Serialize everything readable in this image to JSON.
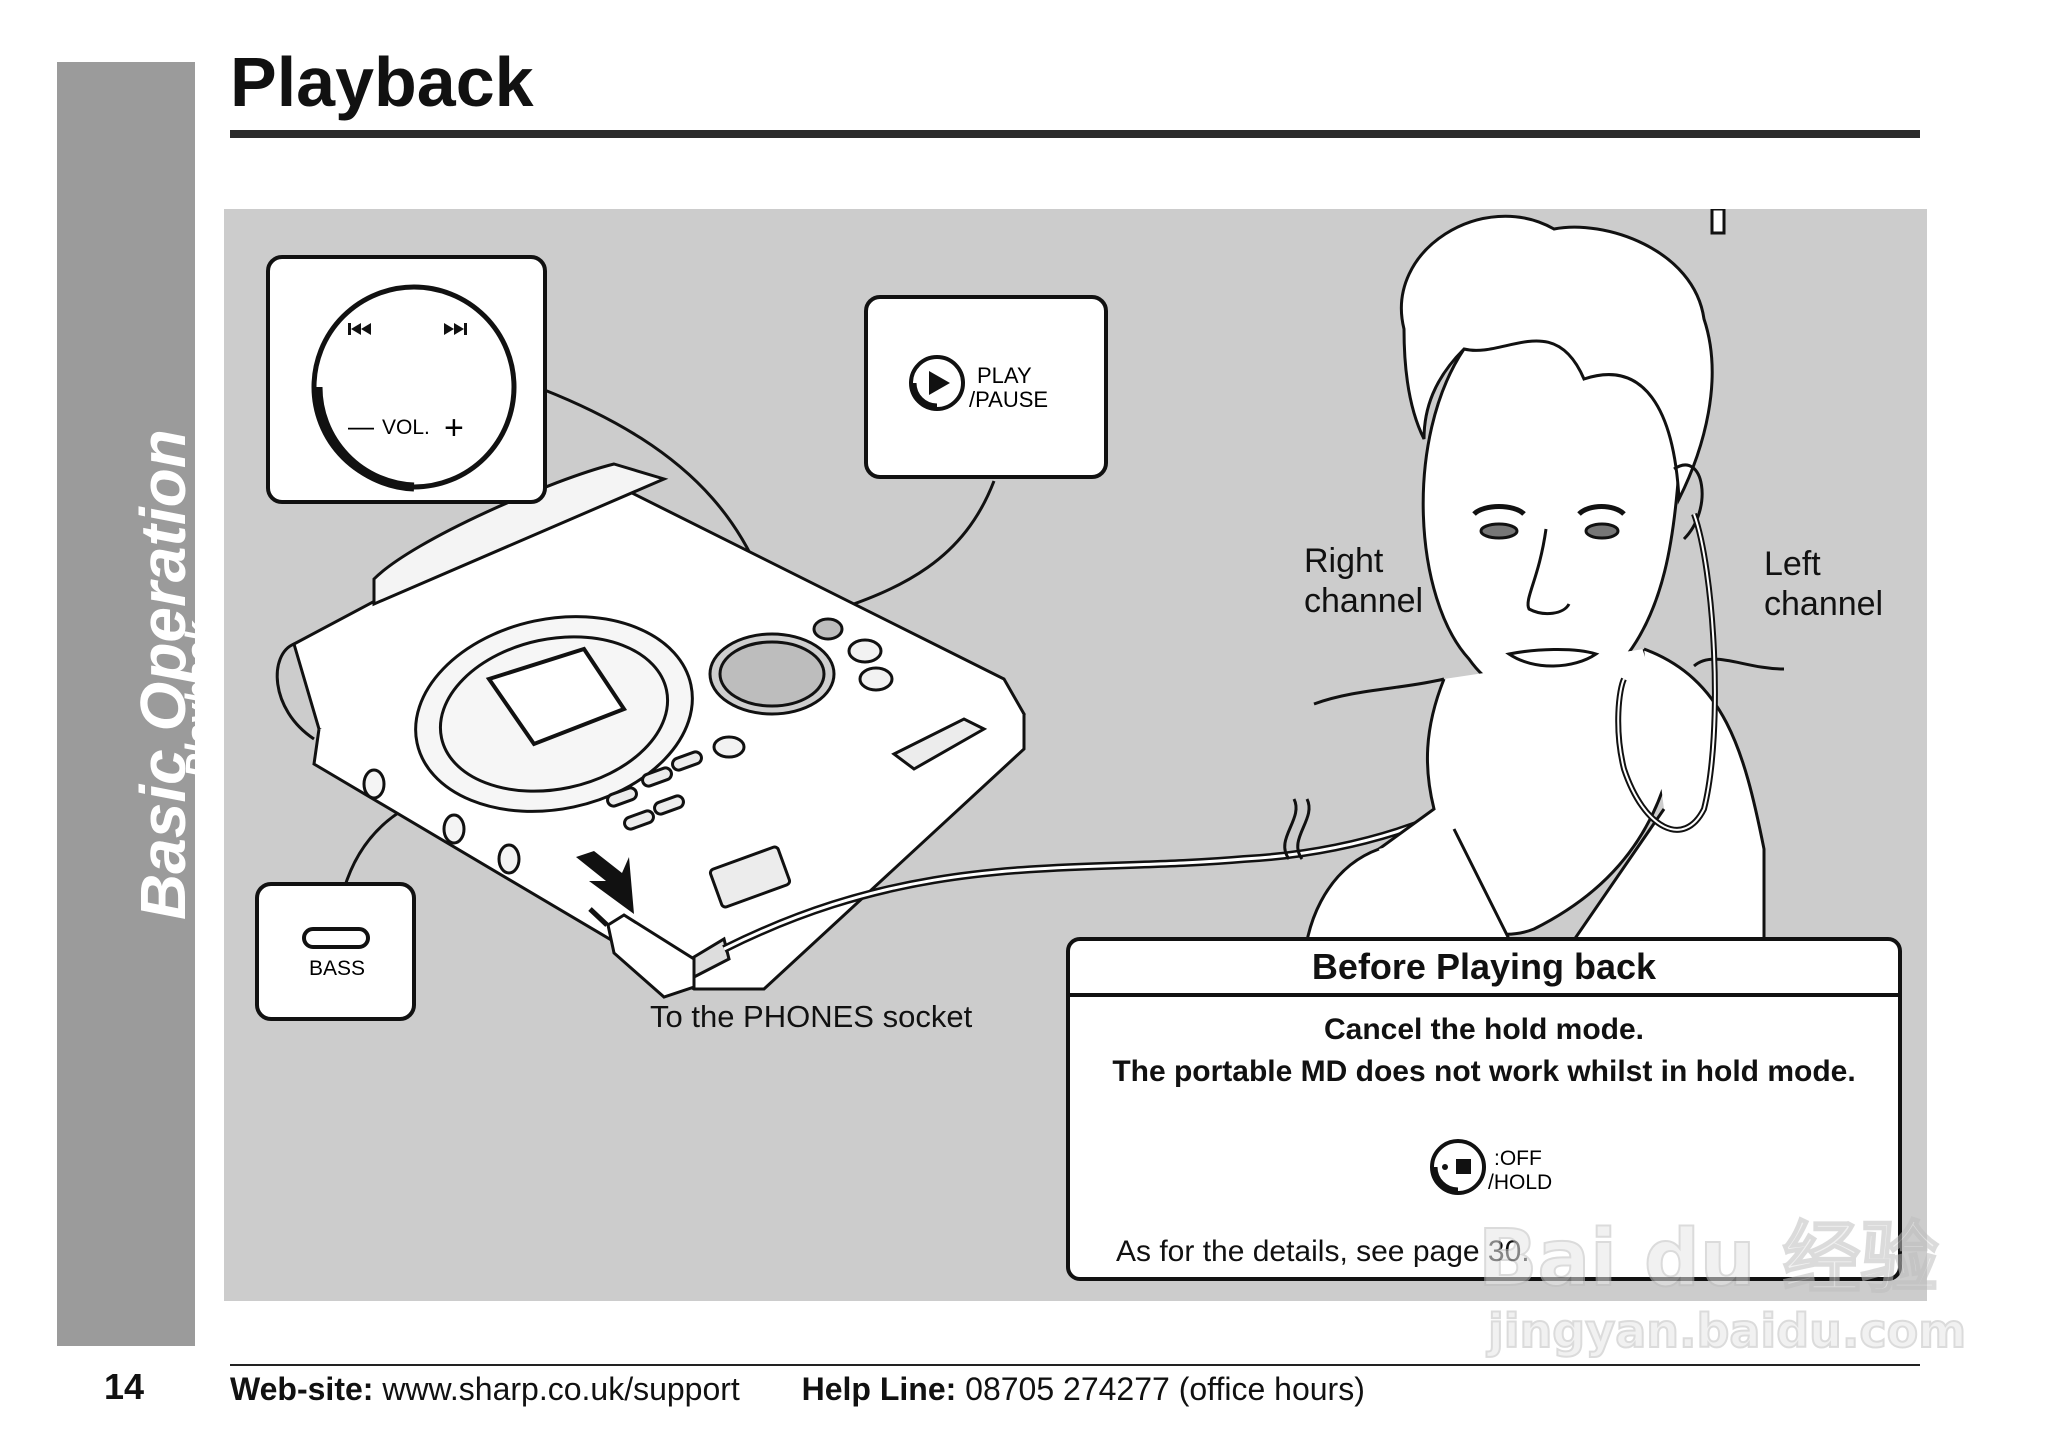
{
  "page": {
    "title": "Playback",
    "section": "Basic Operation",
    "subsection": "-Playback-",
    "page_number": "14"
  },
  "illustration": {
    "volume_callout": {
      "prev_icon": "skip-back-icon",
      "next_icon": "skip-forward-icon",
      "vol_label": "VOL.",
      "minus": "—",
      "plus": "+"
    },
    "play_callout": {
      "icon": "play-icon",
      "line1": "PLAY",
      "line2": "/PAUSE"
    },
    "bass_callout": {
      "label": "BASS"
    },
    "phones_label": "To the PHONES socket",
    "right_channel": [
      "Right",
      "channel"
    ],
    "left_channel": [
      "Left",
      "channel"
    ]
  },
  "info_box": {
    "heading": "Before Playing back",
    "line1": "Cancel the hold mode.",
    "line2": "The portable MD does not work whilst in hold mode.",
    "icon": "stop-hold-icon",
    "icon_label1": ":OFF",
    "icon_label2": "/HOLD",
    "footnote": "As for the details, see page 30."
  },
  "footer": {
    "website_label": "Web-site:",
    "website": "www.sharp.co.uk/support",
    "helpline_label": "Help Line:",
    "helpline": "08705 274277 (office hours)"
  },
  "watermark": {
    "brand": "Bai du 经验",
    "url": "jingyan.baidu.com"
  },
  "colors": {
    "panel": "#cccccc",
    "side_tab": "#9b9b9b",
    "rule": "#2b2b2b"
  }
}
